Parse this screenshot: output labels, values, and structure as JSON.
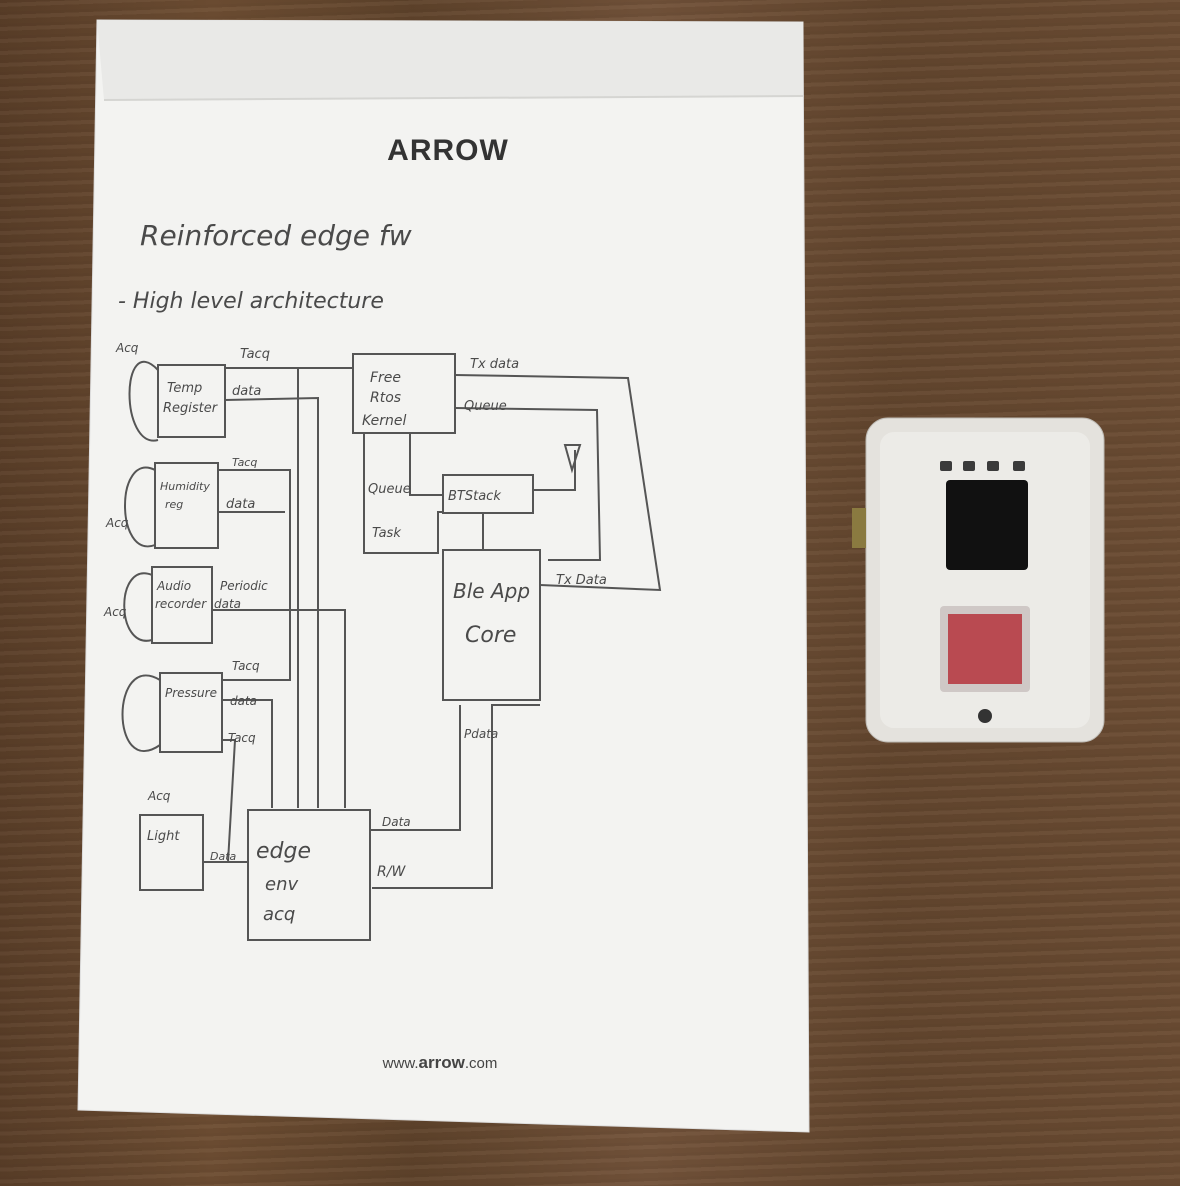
{
  "notepad": {
    "logo": "ARROW",
    "title": "Reinforced edge fw",
    "subtitle": "- High level architecture",
    "footer_prefix": "www.",
    "footer_brand": "arrow",
    "footer_suffix": ".com"
  },
  "diagram": {
    "blocks": {
      "temp": [
        "Temp",
        "Register"
      ],
      "humidity": [
        "Humidity",
        "reg"
      ],
      "audio": [
        "Audio",
        "recorder"
      ],
      "pressure": "Pressure",
      "light": "Light",
      "edge": [
        "edge",
        "env",
        "acq"
      ],
      "rtos": [
        "Free",
        "Rtos",
        "Kernel"
      ],
      "bt": "BTStack",
      "ble": [
        "Ble App",
        "Core"
      ]
    },
    "labels": {
      "tacq1": "Tacq",
      "data1": "data",
      "tacq2": "Tacq",
      "data2": "data",
      "periodic": "Periodic",
      "data3": "data",
      "tacq4": "Tacq",
      "data4": "data",
      "tacq5": "Tacq",
      "acq1": "Acq",
      "acq2": "Acq",
      "acq3": "Acq",
      "acq4": "Acq",
      "data_light": "Data",
      "data_edge": "Data",
      "rw": "R/W",
      "pdata": "Pdata",
      "txdata1": "Tx data",
      "queue1": "Queue",
      "queue2": "Queue",
      "task": "Task",
      "txdata2": "Tx Data"
    }
  },
  "colors": {
    "paper": "#f2f2f0",
    "ink": "#4a4a4a",
    "device": "#e6e4df",
    "wood": "#6b4c33"
  }
}
